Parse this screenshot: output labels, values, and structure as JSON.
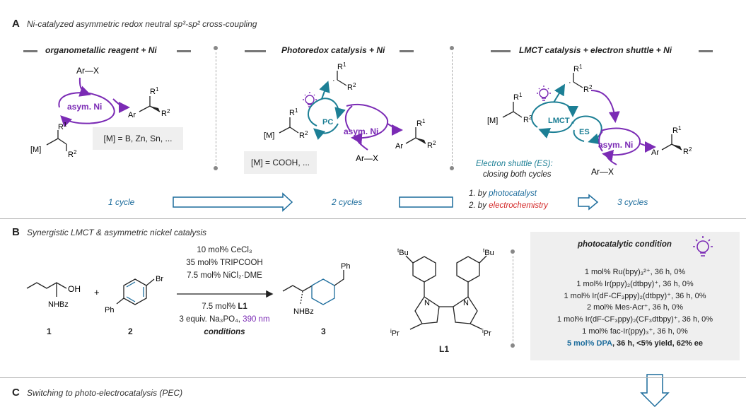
{
  "section_a": {
    "letter": "A",
    "title": "Ni-catalyzed asymmetric redox neutral sp³-sp² cross-coupling",
    "col1_header": "organometallic reagent + Ni",
    "col2_header": "Photoredox catalysis + Ni",
    "col3_header": "LMCT catalysis + electron shuttle + Ni",
    "col1_box": "[M] = B, Zn, Sn, ...",
    "col2_box": "[M] = COOH, ...",
    "asym_ni": "asym. Ni",
    "pc": "PC",
    "lmct": "LMCT",
    "es": "ES",
    "ar_x": "Ar—X",
    "ar": "Ar",
    "m": "[M]",
    "r1": "R",
    "r1_sup": "1",
    "r2": "R",
    "r2_sup": "2",
    "es_note_line1": "Electron shuttle (ES):",
    "es_note_line2": "closing both cycles",
    "cycle1": "1 cycle",
    "cycle2": "2 cycles",
    "cycle3": "3 cycles",
    "by1_num": "1.",
    "by1_pre": "by",
    "by1_word": "photocatalyst",
    "by2_num": "2.",
    "by2_pre": "by",
    "by2_word": "electrochemistry"
  },
  "section_b": {
    "letter": "B",
    "title": "Synergistic LMCT & asymmetric nickel catalysis",
    "reagent1_oh": "OH",
    "reagent1_nhbz": "NHBz",
    "plus": "+",
    "br": "Br",
    "ph": "Ph",
    "label1": "1",
    "label2": "2",
    "label3": "3",
    "labelL1": "L1",
    "cond_lines": [
      "10 mol% CeCl₃",
      "35 mol% TRIPCOOH",
      "7.5 mol% NiCl₂·DME"
    ],
    "cond_l1_pre": "7.5 mol%",
    "cond_l1": "L1",
    "cond_base": "3 equiv. Na₃PO₄,",
    "cond_nm": "390 nm",
    "cond_conditions": "conditions",
    "ligand_tbu": "Bu",
    "ligand_t": "t",
    "ligand_ipr": "Pr",
    "ligand_i": "i",
    "ligand_n": "N",
    "photo_title": "photocatalytic condition",
    "photo_list": [
      "1 mol% Ru(bpy)₃²⁺, 36 h, 0%",
      "1 mol% Ir(ppy)₂(dtbpy)⁺, 36 h, 0%",
      "1 mol% Ir(dF-CF₃ppy)₂(dtbpy)⁺, 36 h, 0%",
      "2 mol% Mes-Acr⁺, 36 h, 0%",
      "1 mol% Ir(dF-CF₃ppy)₂(CF₃dtbpy)⁺, 36 h, 0%",
      "1 mol% fac-Ir(ppy)₃⁺, 36 h, 0%"
    ],
    "photo_last_dpa": "5 mol% DPA",
    "photo_last_rest": ", 36 h, <5% yield, 62% ee"
  },
  "section_c": {
    "letter": "C",
    "title": "Switching to photo-electrocatalysis (PEC)"
  },
  "colors": {
    "purple": "#7b2bb5",
    "teal": "#1c7f95",
    "blue": "#1c6c9c",
    "red": "#d32626",
    "gray_box": "#efefef"
  }
}
